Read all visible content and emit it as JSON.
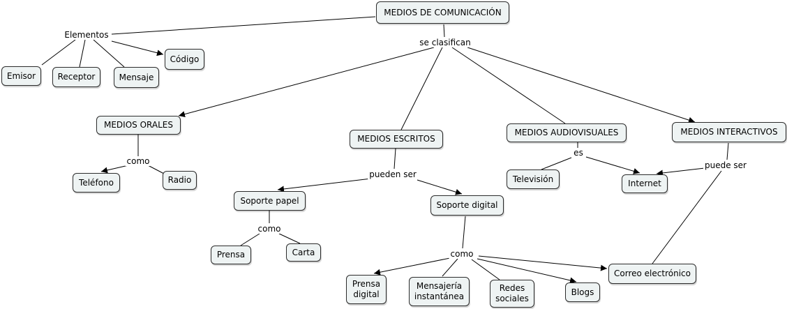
{
  "concepts": {
    "medios": "MEDIOS DE COMUNICACIÓN",
    "emisor": "Emisor",
    "receptor": "Receptor",
    "mensaje": "Mensaje",
    "codigo": "Código",
    "orales": "MEDIOS ORALES",
    "escritos": "MEDIOS ESCRITOS",
    "audiovisuales": "MEDIOS AUDIOVISUALES",
    "interactivos": "MEDIOS INTERACTIVOS",
    "telefono": "Teléfono",
    "radio": "Radio",
    "television": "Televisión",
    "internet": "Internet",
    "soporte_papel": "Soporte papel",
    "soporte_digital": "Soporte digital",
    "prensa": "Prensa",
    "carta": "Carta",
    "prensa_digital_1": "Prensa",
    "prensa_digital_2": "digital",
    "mensajeria_1": "Mensajería",
    "mensajeria_2": "instantánea",
    "redes_1": "Redes",
    "redes_2": "sociales",
    "blogs": "Blogs",
    "correo": "Correo electrónico"
  },
  "links": {
    "elementos": "Elementos",
    "se_clasifican": "se clasifican",
    "como_orales": "como",
    "pueden_ser": "pueden ser",
    "es": "es",
    "puede_ser": "puede ser",
    "como_papel": "como",
    "como_digital": "como"
  },
  "colors": {
    "node_fill": "#eef3f3",
    "line": "#000000"
  }
}
